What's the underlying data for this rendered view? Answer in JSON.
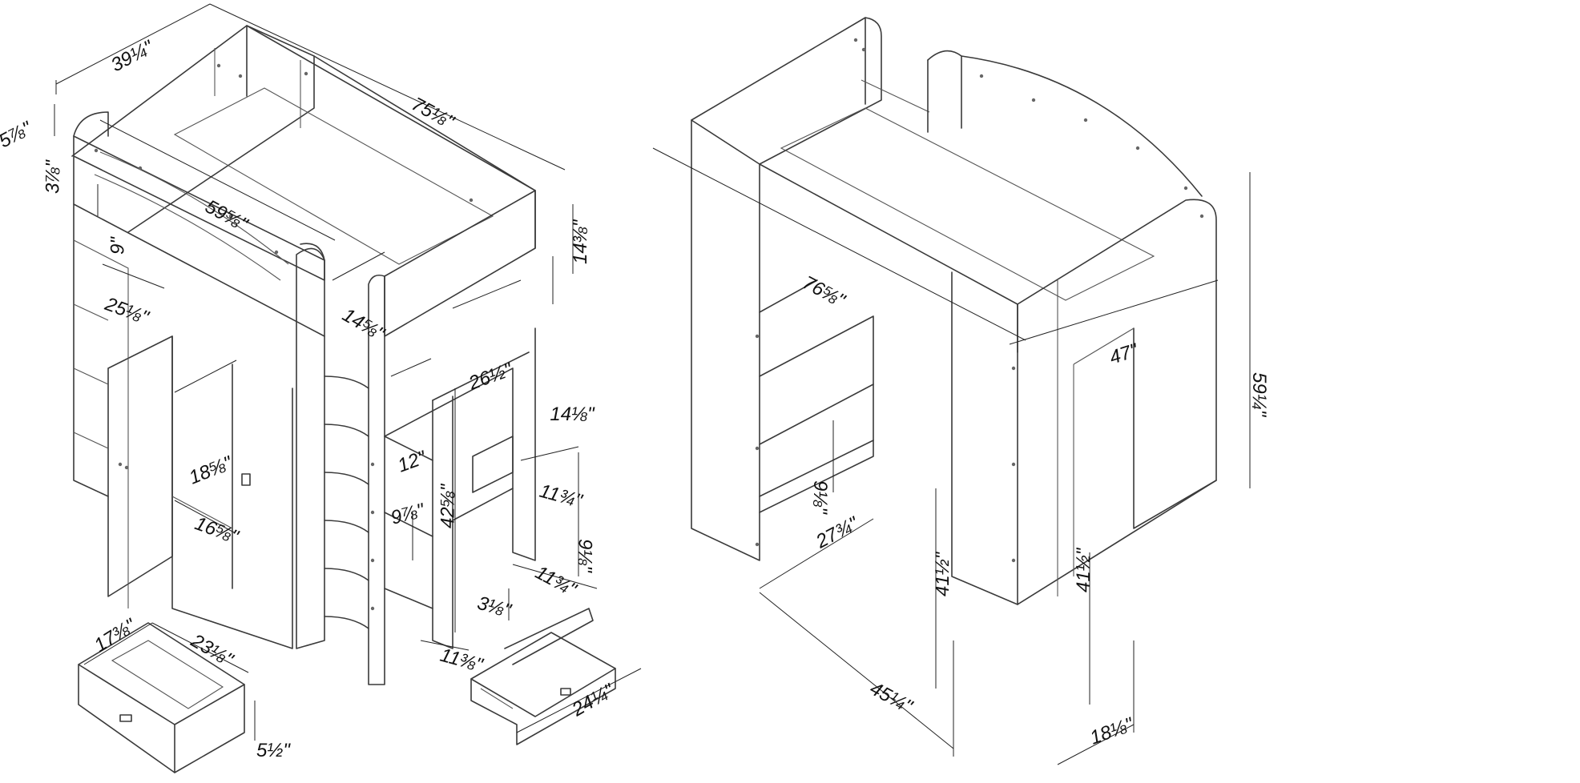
{
  "labels": {
    "d1": "39¼\"",
    "d2": "75⅛\"",
    "d3": "5⅞\"",
    "d4": "3⅞\"",
    "d5": "59⅝\"",
    "d6": "9\"",
    "d7": "25⅛\"",
    "d8": "14⅝\"",
    "d9": "14⅜\"",
    "d10": "26½\"",
    "d11": "14⅛\"",
    "d12": "12\"",
    "d13": "18⅝\"",
    "d14": "16⅝\"",
    "d15": "9⅞\"",
    "d16": "42⅝\"",
    "d17": "11¾\"",
    "d18": "9⅛\"",
    "d19": "11¾\"",
    "d20": "3⅛\"",
    "d21": "17⅜\"",
    "d22": "23⅛\"",
    "d23": "11⅜\"",
    "d24": "24¼\"",
    "d25": "5½\"",
    "d26": "76⅝\"",
    "d27": "47\"",
    "d28": "59¼\"",
    "d29": "9⅛\"",
    "d30": "27¾\"",
    "d31": "41½\"",
    "d32": "41½\"",
    "d33": "45¼\"",
    "d34": "18⅛\""
  }
}
